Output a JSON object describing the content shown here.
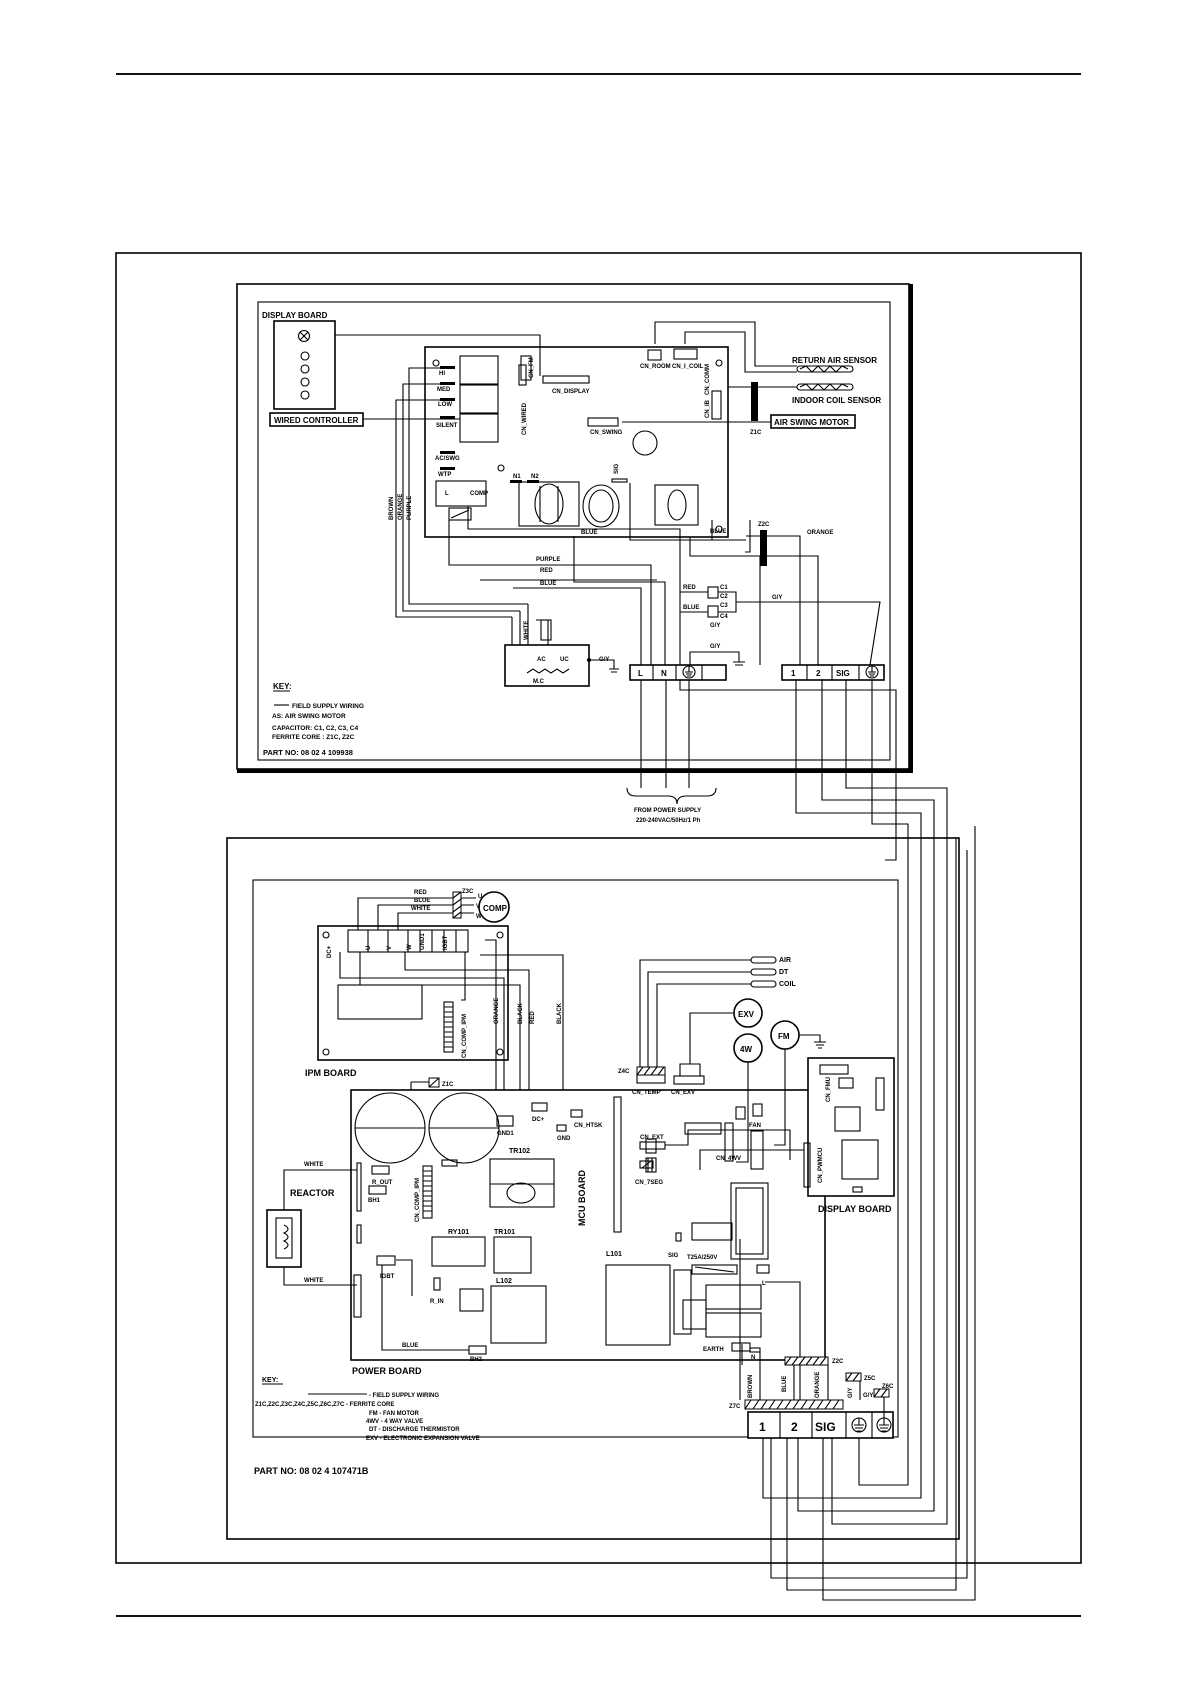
{
  "indoor": {
    "display_board": "DISPLAY BOARD",
    "wired_controller": "WIRED CONTROLLER",
    "return_air_sensor": "RETURN AIR SENSOR",
    "indoor_coil_sensor": "INDOOR COIL SENSOR",
    "air_swing_motor": "AIR SWING MOTOR",
    "pcb": {
      "hi": "HI",
      "med": "MED",
      "low": "LOW",
      "silent": "SILENT",
      "acswg": "AC/SWG",
      "wtp": "WTP",
      "l": "L",
      "comp": "COMP",
      "cn_fm": "CN_FM",
      "cn_display": "CN_DISPLAY",
      "cn_room": "CN_ROOM",
      "cn_i_coil": "CN_I_COIL",
      "cn_swing": "CN_SWING",
      "cn_comm": "CN_COMM",
      "cn_ib": "CN_IB",
      "cn_wired": "CN_WIRED",
      "n1": "N1",
      "n2": "N2",
      "sig": "SIG",
      "blue": "BLUE"
    },
    "wire_colors": {
      "brown": "BROWN",
      "orange": "ORANGE",
      "purple": "PURPLE",
      "red": "RED",
      "blue": "BLUE",
      "white": "WHITE",
      "gy": "G/Y"
    },
    "motor": {
      "ac": "AC",
      "uc": "UC",
      "mc": "M.C",
      "gy": "G/Y"
    },
    "caps": {
      "c1": "C1",
      "c2": "C2",
      "c3": "C3",
      "c4": "C4"
    },
    "z1c": "Z1C",
    "z2c": "Z2C",
    "terminals_power": [
      "L",
      "N"
    ],
    "terminals_comm": [
      "1",
      "2",
      "SIG"
    ],
    "key_title": "KEY:",
    "key_lines": [
      "FIELD SUPPLY WIRING",
      "AS: AIR SWING MOTOR",
      "CAPACITOR: C1, C2, C3, C4",
      "FERRITE CORE : Z1C, Z2C"
    ],
    "part_no": "PART NO: 08 02 4 109938",
    "power_supply_1": "FROM POWER SUPPLY",
    "power_supply_2": "220-240VAC/50Hz/1 Ph"
  },
  "outdoor": {
    "ipm_board": "IPM BOARD",
    "comp": "COMP",
    "uvw": [
      "U",
      "V",
      "W"
    ],
    "ipm_terms": [
      "DC+",
      "U",
      "V",
      "W",
      "GND1",
      "IGBT"
    ],
    "cn_comp_ipm": "CN_COMP_IPM",
    "z3c": "Z3C",
    "z1c": "Z1C",
    "z4c": "Z4C",
    "z2c": "Z2C",
    "z5c": "Z5C",
    "z6c": "Z6C",
    "z7c": "Z7C",
    "sensors": [
      "AIR",
      "DT",
      "COIL"
    ],
    "exv": "EXV",
    "fm": "FM",
    "four_wv": "4W",
    "reactor": "REACTOR",
    "white": "WHITE",
    "power_board": "POWER BOARD",
    "mcu_board": "MCU BOARD",
    "display_board": "DISPLAY BOARD",
    "board_labels": {
      "gnd1": "GND1",
      "dc_plus": "DC+",
      "cn_htsk": "CN_HTSK",
      "gnd": "GND",
      "r_out": "R_OUT",
      "r_in": "R_IN",
      "bh1": "BH1",
      "bh2": "BH2",
      "igbt": "IGBT",
      "ry101": "RY101",
      "tr101": "TR101",
      "tr102": "TR102",
      "l101": "L101",
      "l102": "L102",
      "cn_comp_ipm": "CN_COMP_IPM",
      "cn_temp": "CN_TEMP",
      "cn_exv": "CN_EXV",
      "cn_ext": "CN_EXT",
      "cn_7seg": "CN_7SEG",
      "cn_4wv": "CN_4WV",
      "fan": "FAN",
      "cn_pwmcu": "CN_PWMCU",
      "cn_fmu": "CN_FMU",
      "sig": "SIG",
      "fuse": "T25A/250V",
      "earth": "EARTH",
      "n": "N",
      "l": "L",
      "blue": "BLUE"
    },
    "wire_colors": [
      "RED",
      "BLUE",
      "WHITE",
      "ORANGE",
      "BLACK",
      "RED",
      "BLACK"
    ],
    "terminal_wires": [
      "BROWN",
      "BLUE",
      "ORANGE",
      "G/Y",
      "G/Y"
    ],
    "terminals": [
      "1",
      "2",
      "SIG"
    ],
    "key_title": "KEY:",
    "key_lines": [
      "- FIELD SUPPLY WIRING",
      "Z1C,Z2C,Z3C,Z4C,Z5C,Z6C,Z7C - FERRITE CORE",
      "FM - FAN MOTOR",
      "4WV - 4 WAY VALVE",
      "DT - DISCHARGE THERMISTOR",
      "EXV - ELECTRONIC EXPANSION VALVE"
    ],
    "part_no": "PART NO: 08 02 4 107471B"
  }
}
